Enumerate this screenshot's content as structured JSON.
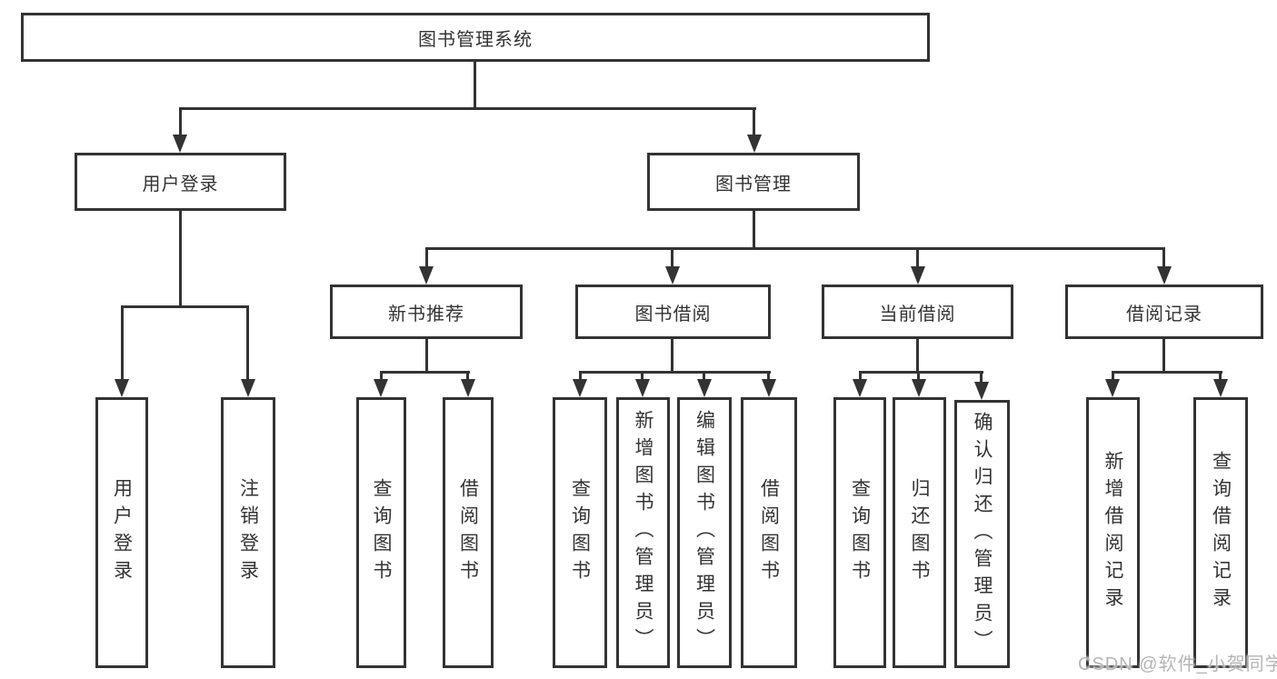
{
  "nodes": {
    "root": {
      "label": "图书管理系统"
    },
    "level2": [
      {
        "label": "用户登录"
      },
      {
        "label": "图书管理"
      }
    ],
    "level3": [
      {
        "label": "新书推荐"
      },
      {
        "label": "图书借阅"
      },
      {
        "label": "当前借阅"
      },
      {
        "label": "借阅记录"
      }
    ],
    "leaves": {
      "user_login": [
        {
          "label": "用户登录"
        },
        {
          "label": "注销登录"
        }
      ],
      "new_book_recommend": [
        {
          "label": "查询图书"
        },
        {
          "label": "借阅图书"
        }
      ],
      "book_borrow": [
        {
          "label": "查询图书"
        },
        {
          "label": "新增图书（管理员）"
        },
        {
          "label": "编辑图书（管理员）"
        },
        {
          "label": "借阅图书"
        }
      ],
      "current_borrow": [
        {
          "label": "查询图书"
        },
        {
          "label": "归还图书"
        },
        {
          "label": "确认归还（管理员）"
        }
      ],
      "borrow_records": [
        {
          "label": "新增借阅记录"
        },
        {
          "label": "查询借阅记录"
        }
      ]
    }
  },
  "watermark": {
    "text": "CSDN @软件_小贺同学",
    "color": "#b5b5b5"
  },
  "colors": {
    "line": "#333333",
    "border": "#333333",
    "text": "#333333",
    "background": "#ffffff"
  }
}
